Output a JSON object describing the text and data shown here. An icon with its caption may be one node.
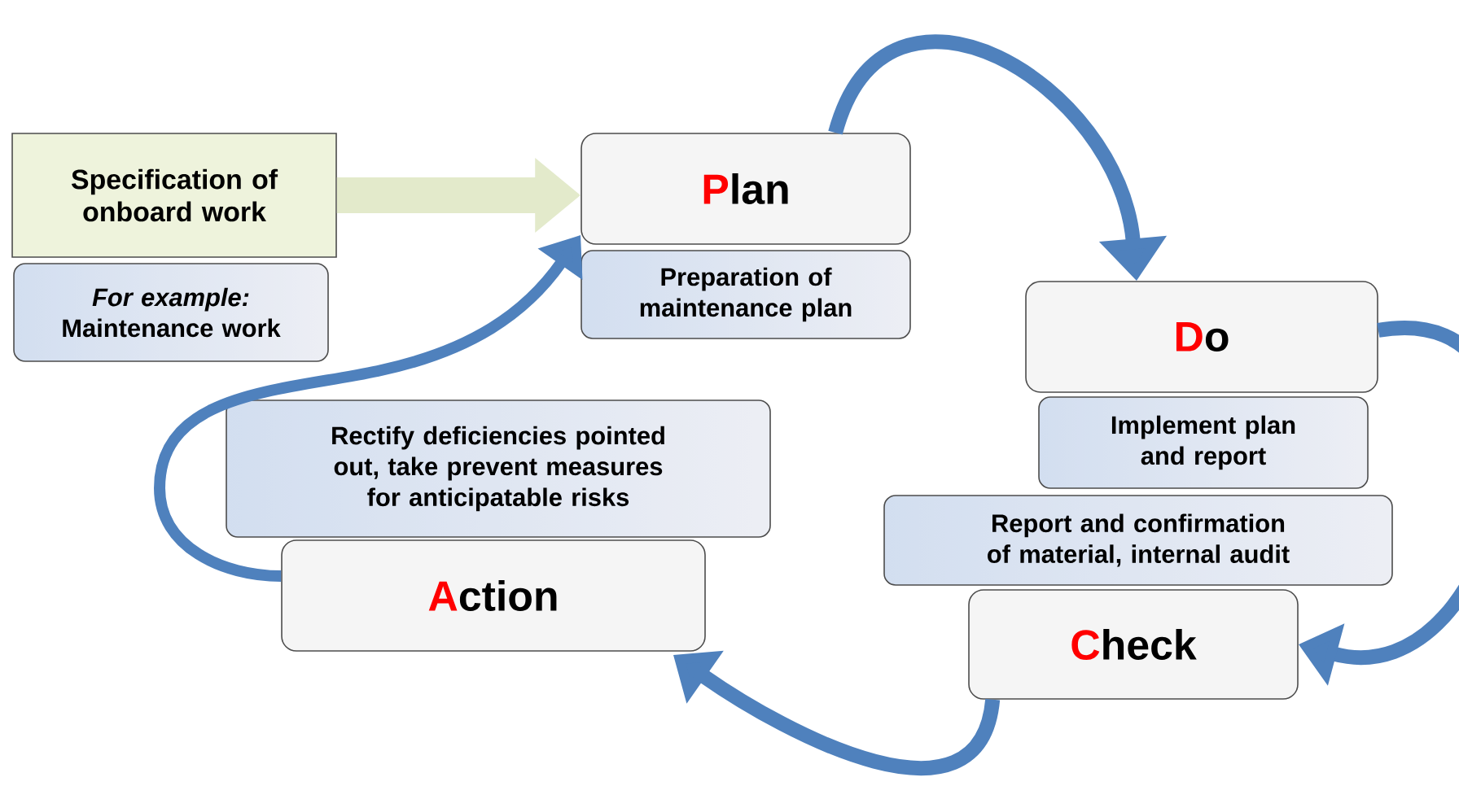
{
  "diagram": {
    "nodes": [
      {
        "text": [
          "Specification of onboard work"
        ]
      },
      {
        "text": [
          "*For example:* Maintenance work"
        ]
      },
      {
        "text": [
          "Plan"
        ]
      },
      {
        "text": [
          "Preparation of maintenance plan"
        ]
      },
      {
        "text": [
          "Do"
        ]
      },
      {
        "text": [
          "Implement plan and report"
        ]
      },
      {
        "text": [
          "Rectify deficiencies pointed out, take prevent measures for anticipatable risks"
        ]
      },
      {
        "text": [
          "Report and confirmation of material, internal audit"
        ]
      },
      {
        "text": [
          "Action"
        ]
      },
      {
        "text": [
          "Check"
        ]
      }
    ],
    "edges": [
      {
        "from": 0,
        "to": 2,
        "arrow": "to",
        "style": "thick",
        "color": "#e3eacb"
      },
      {
        "from": 2,
        "to": 4,
        "arrow": "to"
      },
      {
        "from": 4,
        "to": 9,
        "arrow": "to"
      },
      {
        "from": 9,
        "to": 8,
        "arrow": "to"
      },
      {
        "from": 8,
        "to": 2,
        "arrow": "to"
      }
    ]
  }
}
